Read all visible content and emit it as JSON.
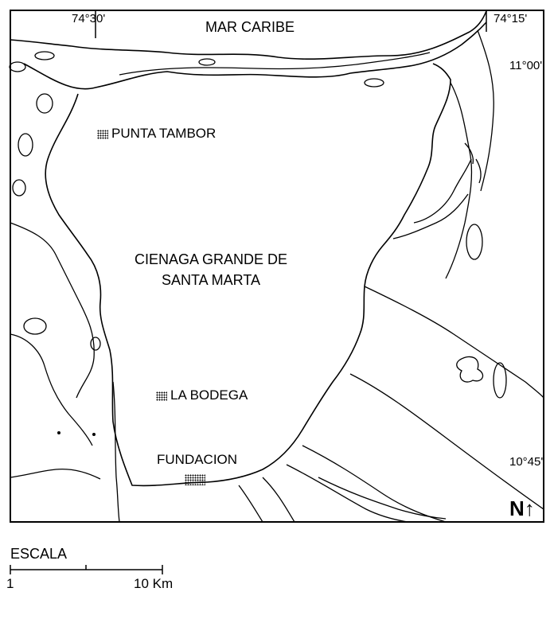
{
  "map": {
    "sea_label": "MAR CARIBE",
    "lagoon_label_line1": "CIENAGA GRANDE DE",
    "lagoon_label_line2": "SANTA MARTA",
    "places": {
      "punta_tambor": "PUNTA TAMBOR",
      "la_bodega": "LA BODEGA",
      "fundacion": "FUNDACION"
    },
    "coordinates": {
      "lon_west": "74°30'",
      "lon_east": "74°15'",
      "lat_north": "11°00'",
      "lat_south": "10°45'"
    },
    "north_arrow": "N↑"
  },
  "scale": {
    "title": "ESCALA",
    "start": "1",
    "end": "10 Km"
  },
  "colors": {
    "ink": "#000000",
    "paper": "#ffffff"
  }
}
